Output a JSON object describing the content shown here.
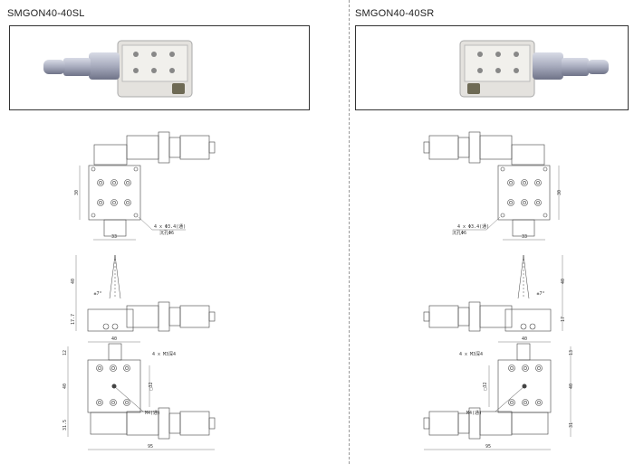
{
  "products": [
    {
      "id": "left",
      "title": "SMGON40-40SL",
      "labels": {
        "top_height": "30",
        "top_width": "33",
        "hole_note": "4 x Φ3.4(通)",
        "counterbore_note": "沉孔Φ6",
        "side_height": "40",
        "tilt_angle": "±7°",
        "side_thickness": "17.7",
        "front_width": "40",
        "front_top": "12",
        "front_height": "40",
        "square": "□32",
        "tap_note": "4 x M3深4",
        "center_tap": "M4(通)",
        "front_bottom": "31.5",
        "overall_length": "95"
      }
    },
    {
      "id": "right",
      "title": "SMGON40-40SR",
      "labels": {
        "top_height": "30",
        "top_width": "33",
        "hole_note": "4 x Φ3.4(通)",
        "counterbore_note": "沉孔Φ6",
        "side_height": "40",
        "tilt_angle": "±7°",
        "side_thickness": "17",
        "front_width": "40",
        "front_top": "13",
        "front_height": "40",
        "square": "□32",
        "tap_note": "4 x M3深4",
        "center_tap": "M4(通)",
        "front_bottom": "31",
        "overall_length": "95"
      }
    }
  ]
}
